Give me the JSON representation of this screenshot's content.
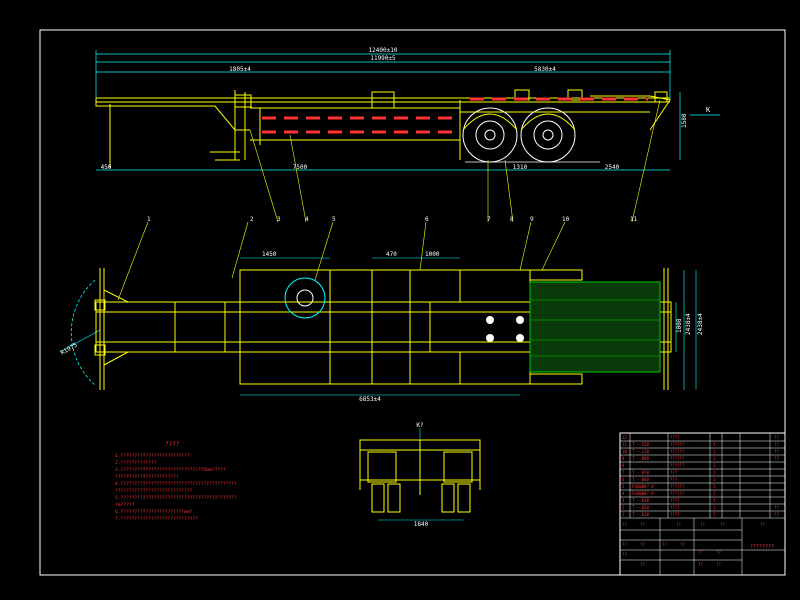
{
  "colors": {
    "background": "#000000",
    "frame": "#ffffff",
    "structure": "#ffff00",
    "dimension": "#00ffff",
    "accent": "#ff3333",
    "hatch": "#00aa00",
    "text_white": "#ffffff"
  },
  "side_view": {
    "dims": {
      "overall": "12400±10",
      "overall2": "11990±5",
      "front": "1805±4",
      "rear": "5830±4",
      "front_overhang": "450",
      "mid": "7500",
      "axle_spacing": "1310",
      "rear_overhang": "2540",
      "height": "1580"
    },
    "view_marker": "K"
  },
  "callouts": [
    "1",
    "2",
    "3",
    "4",
    "5",
    "6",
    "7",
    "8",
    "9",
    "10",
    "11"
  ],
  "plan_view": {
    "dims": {
      "d1450": "1450",
      "d470": "470",
      "d1000": "1000",
      "bottom": "6853±4",
      "radius": "R1975",
      "w1": "2438±4",
      "w2": "2438±4",
      "w3": "1008"
    }
  },
  "end_view": {
    "label": "K?",
    "track": "1840"
  },
  "notes": {
    "title": "????",
    "lines": [
      "1.?????????????????????????",
      "2.?????????????",
      "3.??????????????????????????????5mm?????",
      "  ???????????????????????",
      "4.??????????????????????????????????????????",
      "  ????????????????????????????",
      "5.??????????????????????????????????????????",
      "  ?m?????",
      "6.???????????????????????mm?",
      "7.????????????????????????????"
    ]
  },
  "title_block": {
    "rows": [
      {
        "no": "12",
        "code": "",
        "name": "????",
        "qty": "",
        "unit": "",
        "mat": "??"
      },
      {
        "no": "11",
        "code": "T - 120",
        "name": "??????",
        "qty": "1",
        "unit": "",
        "mat": "??"
      },
      {
        "no": "10",
        "code": "T - 110",
        "name": "??????",
        "qty": "1",
        "unit": "",
        "mat": "??"
      },
      {
        "no": "9",
        "code": "T - 090",
        "name": "??????",
        "qty": "1",
        "unit": "",
        "mat": "??"
      },
      {
        "no": "8",
        "code": "",
        "name": "??????",
        "qty": "1",
        "unit": "",
        "mat": ""
      },
      {
        "no": "7",
        "code": "T - 070",
        "name": "???",
        "qty": "1",
        "unit": "",
        "mat": ""
      },
      {
        "no": "6",
        "code": "T - 060",
        "name": "???",
        "qty": "1",
        "unit": "",
        "mat": ""
      },
      {
        "no": "5",
        "code": "FUS008?-4",
        "name": "??????",
        "qty": "1",
        "unit": "",
        "mat": ""
      },
      {
        "no": "4",
        "code": "FUS008?-4",
        "name": "??????",
        "qty": "1",
        "unit": "",
        "mat": ""
      },
      {
        "no": "3",
        "code": "T - 030",
        "name": "????",
        "qty": "1",
        "unit": "",
        "mat": ""
      },
      {
        "no": "2",
        "code": "T - 020",
        "name": "????",
        "qty": "1",
        "unit": "",
        "mat": "??"
      },
      {
        "no": "1",
        "code": "T - 010",
        "name": "????",
        "qty": "1",
        "unit": "",
        "mat": "??"
      }
    ],
    "header": {
      "no": "??",
      "code": "??",
      "name": "??",
      "qty": "??",
      "unit": "??",
      "mat": "??"
    },
    "drawing_title": "????????",
    "sign_labels": [
      "??",
      "??",
      "??",
      "??",
      "??",
      "??",
      "??",
      "??",
      "??",
      "??"
    ]
  }
}
